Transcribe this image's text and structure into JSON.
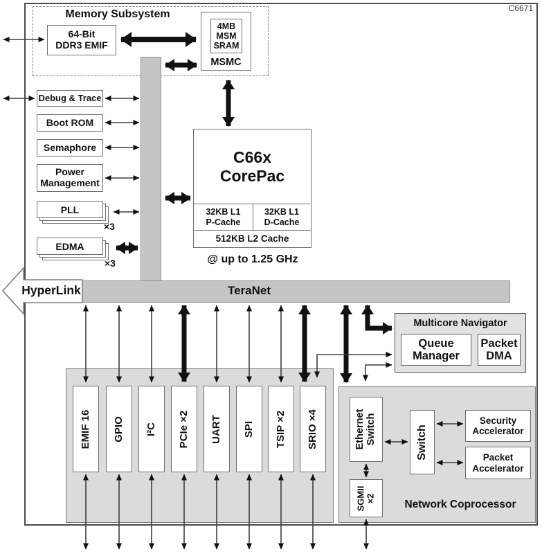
{
  "chip": {
    "part_number": "C6671"
  },
  "memory_subsystem": {
    "title": "Memory Subsystem",
    "ddr3_emif": "64-Bit\nDDR3 EMIF",
    "msm_sram": "4MB\nMSM\nSRAM",
    "msmc": "MSMC"
  },
  "left_modules": {
    "debug_trace": "Debug & Trace",
    "boot_rom": "Boot ROM",
    "semaphore": "Semaphore",
    "power_management": "Power\nManagement",
    "pll": "PLL",
    "pll_count": "×3",
    "edma": "EDMA",
    "edma_count": "×3"
  },
  "corepac": {
    "title": "C66x\nCorePac",
    "l1p_cache": "32KB L1\nP-Cache",
    "l1d_cache": "32KB L1\nD-Cache",
    "l2_cache": "512KB L2 Cache",
    "clock_note": "@ up to 1.25 GHz"
  },
  "interconnect": {
    "hyperlink": "HyperLink",
    "teranet": "TeraNet"
  },
  "peripherals": {
    "items": [
      {
        "label": "EMIF 16"
      },
      {
        "label": "GPIO"
      },
      {
        "label": "I²C"
      },
      {
        "label": "PCIe ×2"
      },
      {
        "label": "UART"
      },
      {
        "label": "SPI"
      },
      {
        "label": "TSIP ×2"
      },
      {
        "label": "SRIO ×4"
      }
    ]
  },
  "navigator": {
    "title": "Multicore Navigator",
    "queue_manager": "Queue\nManager",
    "packet_dma": "Packet\nDMA"
  },
  "network_coprocessor": {
    "title": "Network Coprocessor",
    "ethernet_switch": "Ethernet\nSwitch",
    "switch": "Switch",
    "security_accelerator": "Security\nAccelerator",
    "packet_accelerator": "Packet\nAccelerator",
    "sgmii": "SGMII\n×2"
  },
  "colors": {
    "bus_gray": "#c5c5c5",
    "container_gray": "#dbdbdb",
    "arrow_black": "#111111",
    "border_gray": "#7d7d7d"
  }
}
